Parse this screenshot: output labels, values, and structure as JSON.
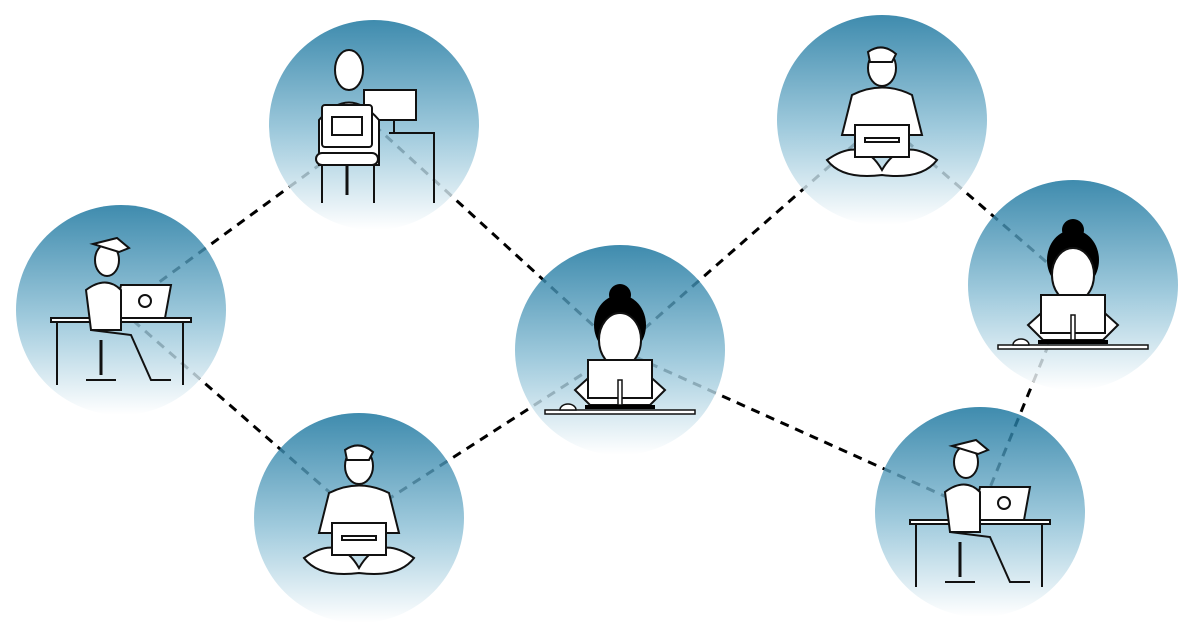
{
  "colors": {
    "circle_top": "#15729c",
    "circle_bottom": "#ffffff",
    "line": "#000000",
    "figure_stroke": "#111111"
  },
  "nodes": [
    {
      "id": "n1",
      "kind": "back-at-monitor"
    },
    {
      "id": "n2",
      "kind": "desk-laptop"
    },
    {
      "id": "n3",
      "kind": "crosslegged-laptop"
    },
    {
      "id": "n4",
      "kind": "front-monitor-bun"
    },
    {
      "id": "n5",
      "kind": "crosslegged-laptop"
    },
    {
      "id": "n6",
      "kind": "front-monitor-bun"
    },
    {
      "id": "n7",
      "kind": "desk-laptop"
    }
  ],
  "edges": [
    [
      "n2",
      "n1"
    ],
    [
      "n1",
      "n4"
    ],
    [
      "n2",
      "n3"
    ],
    [
      "n3",
      "n4"
    ],
    [
      "n4",
      "n5"
    ],
    [
      "n5",
      "n6"
    ],
    [
      "n6",
      "n7"
    ],
    [
      "n4",
      "n7"
    ]
  ]
}
